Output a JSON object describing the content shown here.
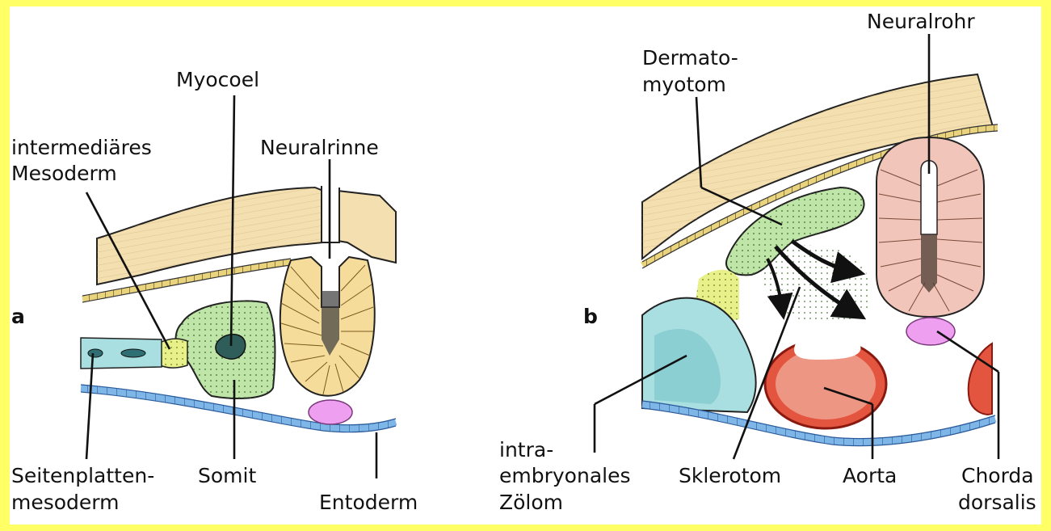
{
  "colors": {
    "border": "#ffff66",
    "ectoderm": "#f3dfb0",
    "neural_tube": "#f2c5ba",
    "neural_groove": "#f5dc9a",
    "mesoderm_green": "#bfe6a8",
    "intermediate_yellow": "#e8f08a",
    "lateral_plate_blue": "#a9dfe0",
    "chorda": "#ee9ff0",
    "aorta": "#e4553f",
    "entoderm": "#7fb6e8"
  },
  "panel_a": {
    "letter": "a",
    "labels": {
      "myocoel": "Myocoel",
      "neuralrinne": "Neuralrinne",
      "intermediaeres_line1": "intermediäres",
      "intermediaeres_line2": "Mesoderm",
      "seitenplatten_line1": "Seitenplatten-",
      "seitenplatten_line2": "mesoderm",
      "somit": "Somit",
      "entoderm": "Entoderm"
    }
  },
  "panel_b": {
    "letter": "b",
    "labels": {
      "neuralrohr": "Neuralrohr",
      "dermato_line1": "Dermato-",
      "dermato_line2": "myotom",
      "intra_line1": "intra-",
      "intra_line2": "embryonales",
      "intra_line3": "Zölom",
      "sklerotom": "Sklerotom",
      "aorta": "Aorta",
      "chorda_line1": "Chorda",
      "chorda_line2": "dorsalis"
    }
  }
}
